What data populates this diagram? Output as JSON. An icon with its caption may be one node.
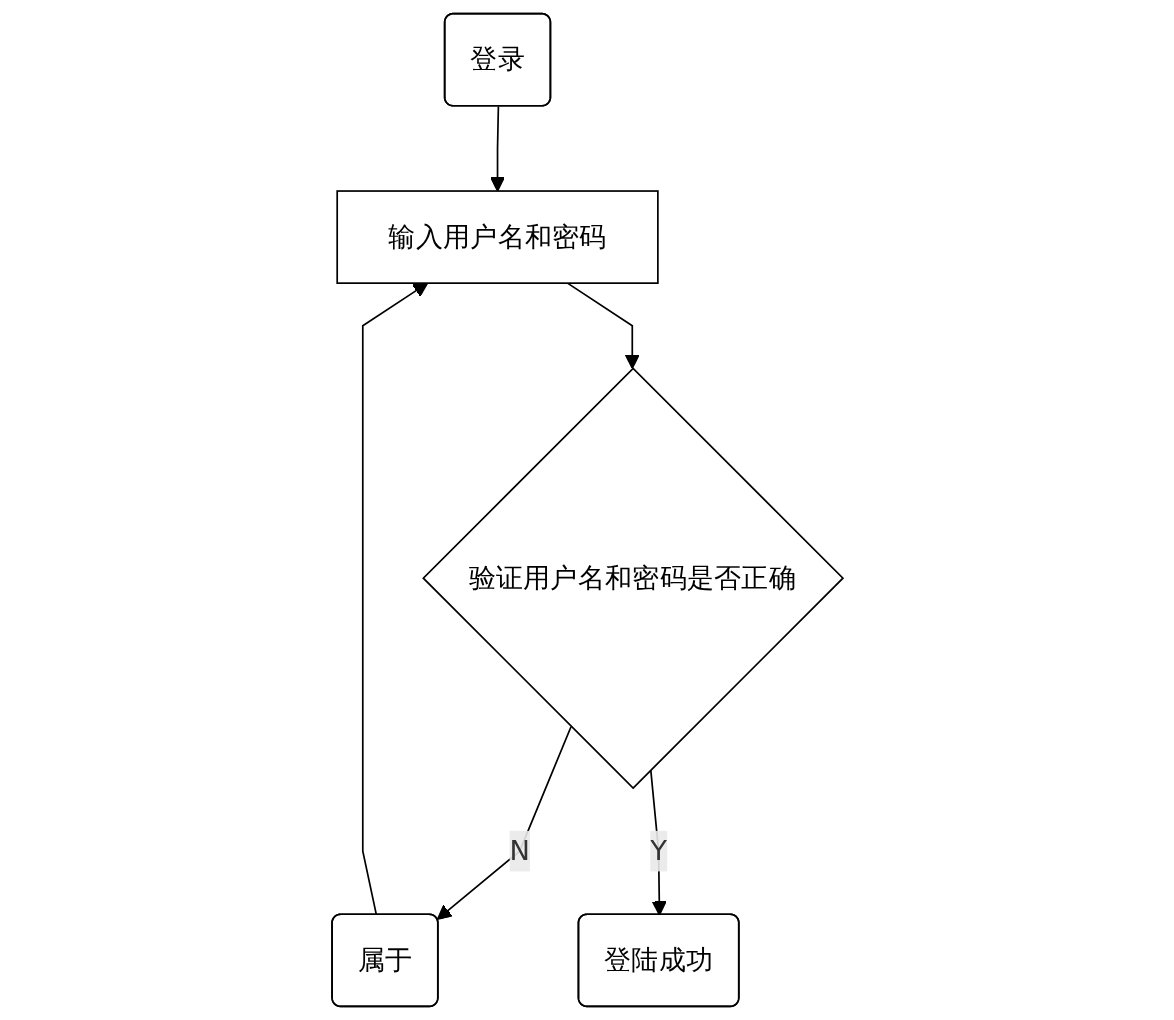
{
  "diagram": {
    "nodes": [
      {
        "text": [
          "登录"
        ]
      },
      {
        "text": [
          "输入用户名和密码"
        ]
      },
      {
        "text": [
          "验证用户名和密码是否正确"
        ]
      },
      {
        "text": [
          "属于"
        ]
      },
      {
        "text": [
          "登陆成功"
        ]
      }
    ],
    "edges": [
      {
        "from": 0,
        "to": 1,
        "arrow": "to"
      },
      {
        "from": 1,
        "to": 2,
        "arrow": "to"
      },
      {
        "from": 2,
        "to": 3,
        "arrow": "to",
        "label": "N"
      },
      {
        "from": 3,
        "to": 1,
        "arrow": "to"
      },
      {
        "from": 2,
        "to": 4,
        "arrow": "to",
        "label": "Y"
      }
    ]
  }
}
